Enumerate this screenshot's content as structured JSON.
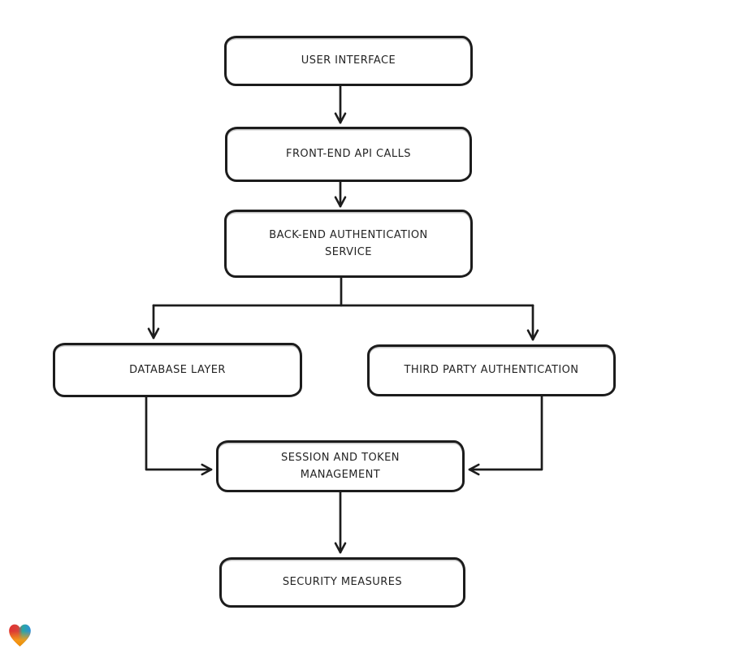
{
  "canvas": {
    "background": "#ffffff",
    "stroke_color": "#1c1c1c",
    "text_color": "#242424"
  },
  "diagram": {
    "type": "flowchart",
    "nodes": [
      {
        "id": "user-interface",
        "label": "USER INTERFACE"
      },
      {
        "id": "front-end-api-calls",
        "label": "FRONT-END API CALLS"
      },
      {
        "id": "back-end-authentication-service",
        "label": "BACK-END AUTHENTICATION SERVICE"
      },
      {
        "id": "database-layer",
        "label": "DATABASE LAYER"
      },
      {
        "id": "third-party-authentication",
        "label": "THIRD PARTY AUTHENTICATION"
      },
      {
        "id": "session-and-token-management",
        "label": "SESSION AND TOKEN MANAGEMENT"
      },
      {
        "id": "security-measures",
        "label": "SECURITY MEASURES"
      }
    ],
    "edges": [
      {
        "from": "user-interface",
        "to": "front-end-api-calls"
      },
      {
        "from": "front-end-api-calls",
        "to": "back-end-authentication-service"
      },
      {
        "from": "back-end-authentication-service",
        "to": "database-layer"
      },
      {
        "from": "back-end-authentication-service",
        "to": "third-party-authentication"
      },
      {
        "from": "database-layer",
        "to": "session-and-token-management"
      },
      {
        "from": "third-party-authentication",
        "to": "session-and-token-management"
      },
      {
        "from": "session-and-token-management",
        "to": "security-measures"
      }
    ]
  },
  "watermark": {
    "icon": "eraser-heart-logo",
    "colors": {
      "red": "#e23230",
      "teal": "#2aa8a0",
      "blue": "#2f8fd8",
      "orange": "#f59b17"
    }
  }
}
